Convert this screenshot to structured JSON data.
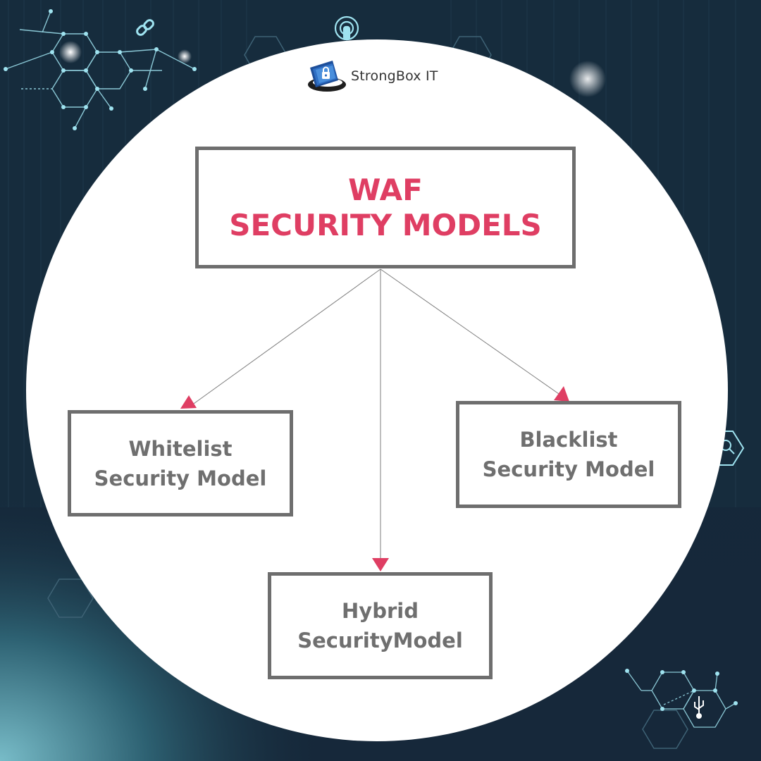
{
  "brand": {
    "name": "StrongBox IT"
  },
  "title": {
    "line1": "WAF",
    "line2": "SECURITY MODELS"
  },
  "models": [
    {
      "line1": "Whitelist",
      "line2": "Security Model"
    },
    {
      "line1": "Blacklist",
      "line2": "Security Model"
    },
    {
      "line1": "Hybrid",
      "line2": "SecurityModel"
    }
  ],
  "colors": {
    "accent": "#df3e63",
    "box_border": "#6e6e6e",
    "model_text": "#6f6f6f",
    "background_dark": "#15293a",
    "background_teal": "#6fb3c0",
    "decor_line": "#9fe3f0"
  },
  "icons": {
    "logo": "lock-folder-logo-icon",
    "decor": [
      "link-icon",
      "touch-icon",
      "search-icon",
      "usb-icon"
    ]
  }
}
